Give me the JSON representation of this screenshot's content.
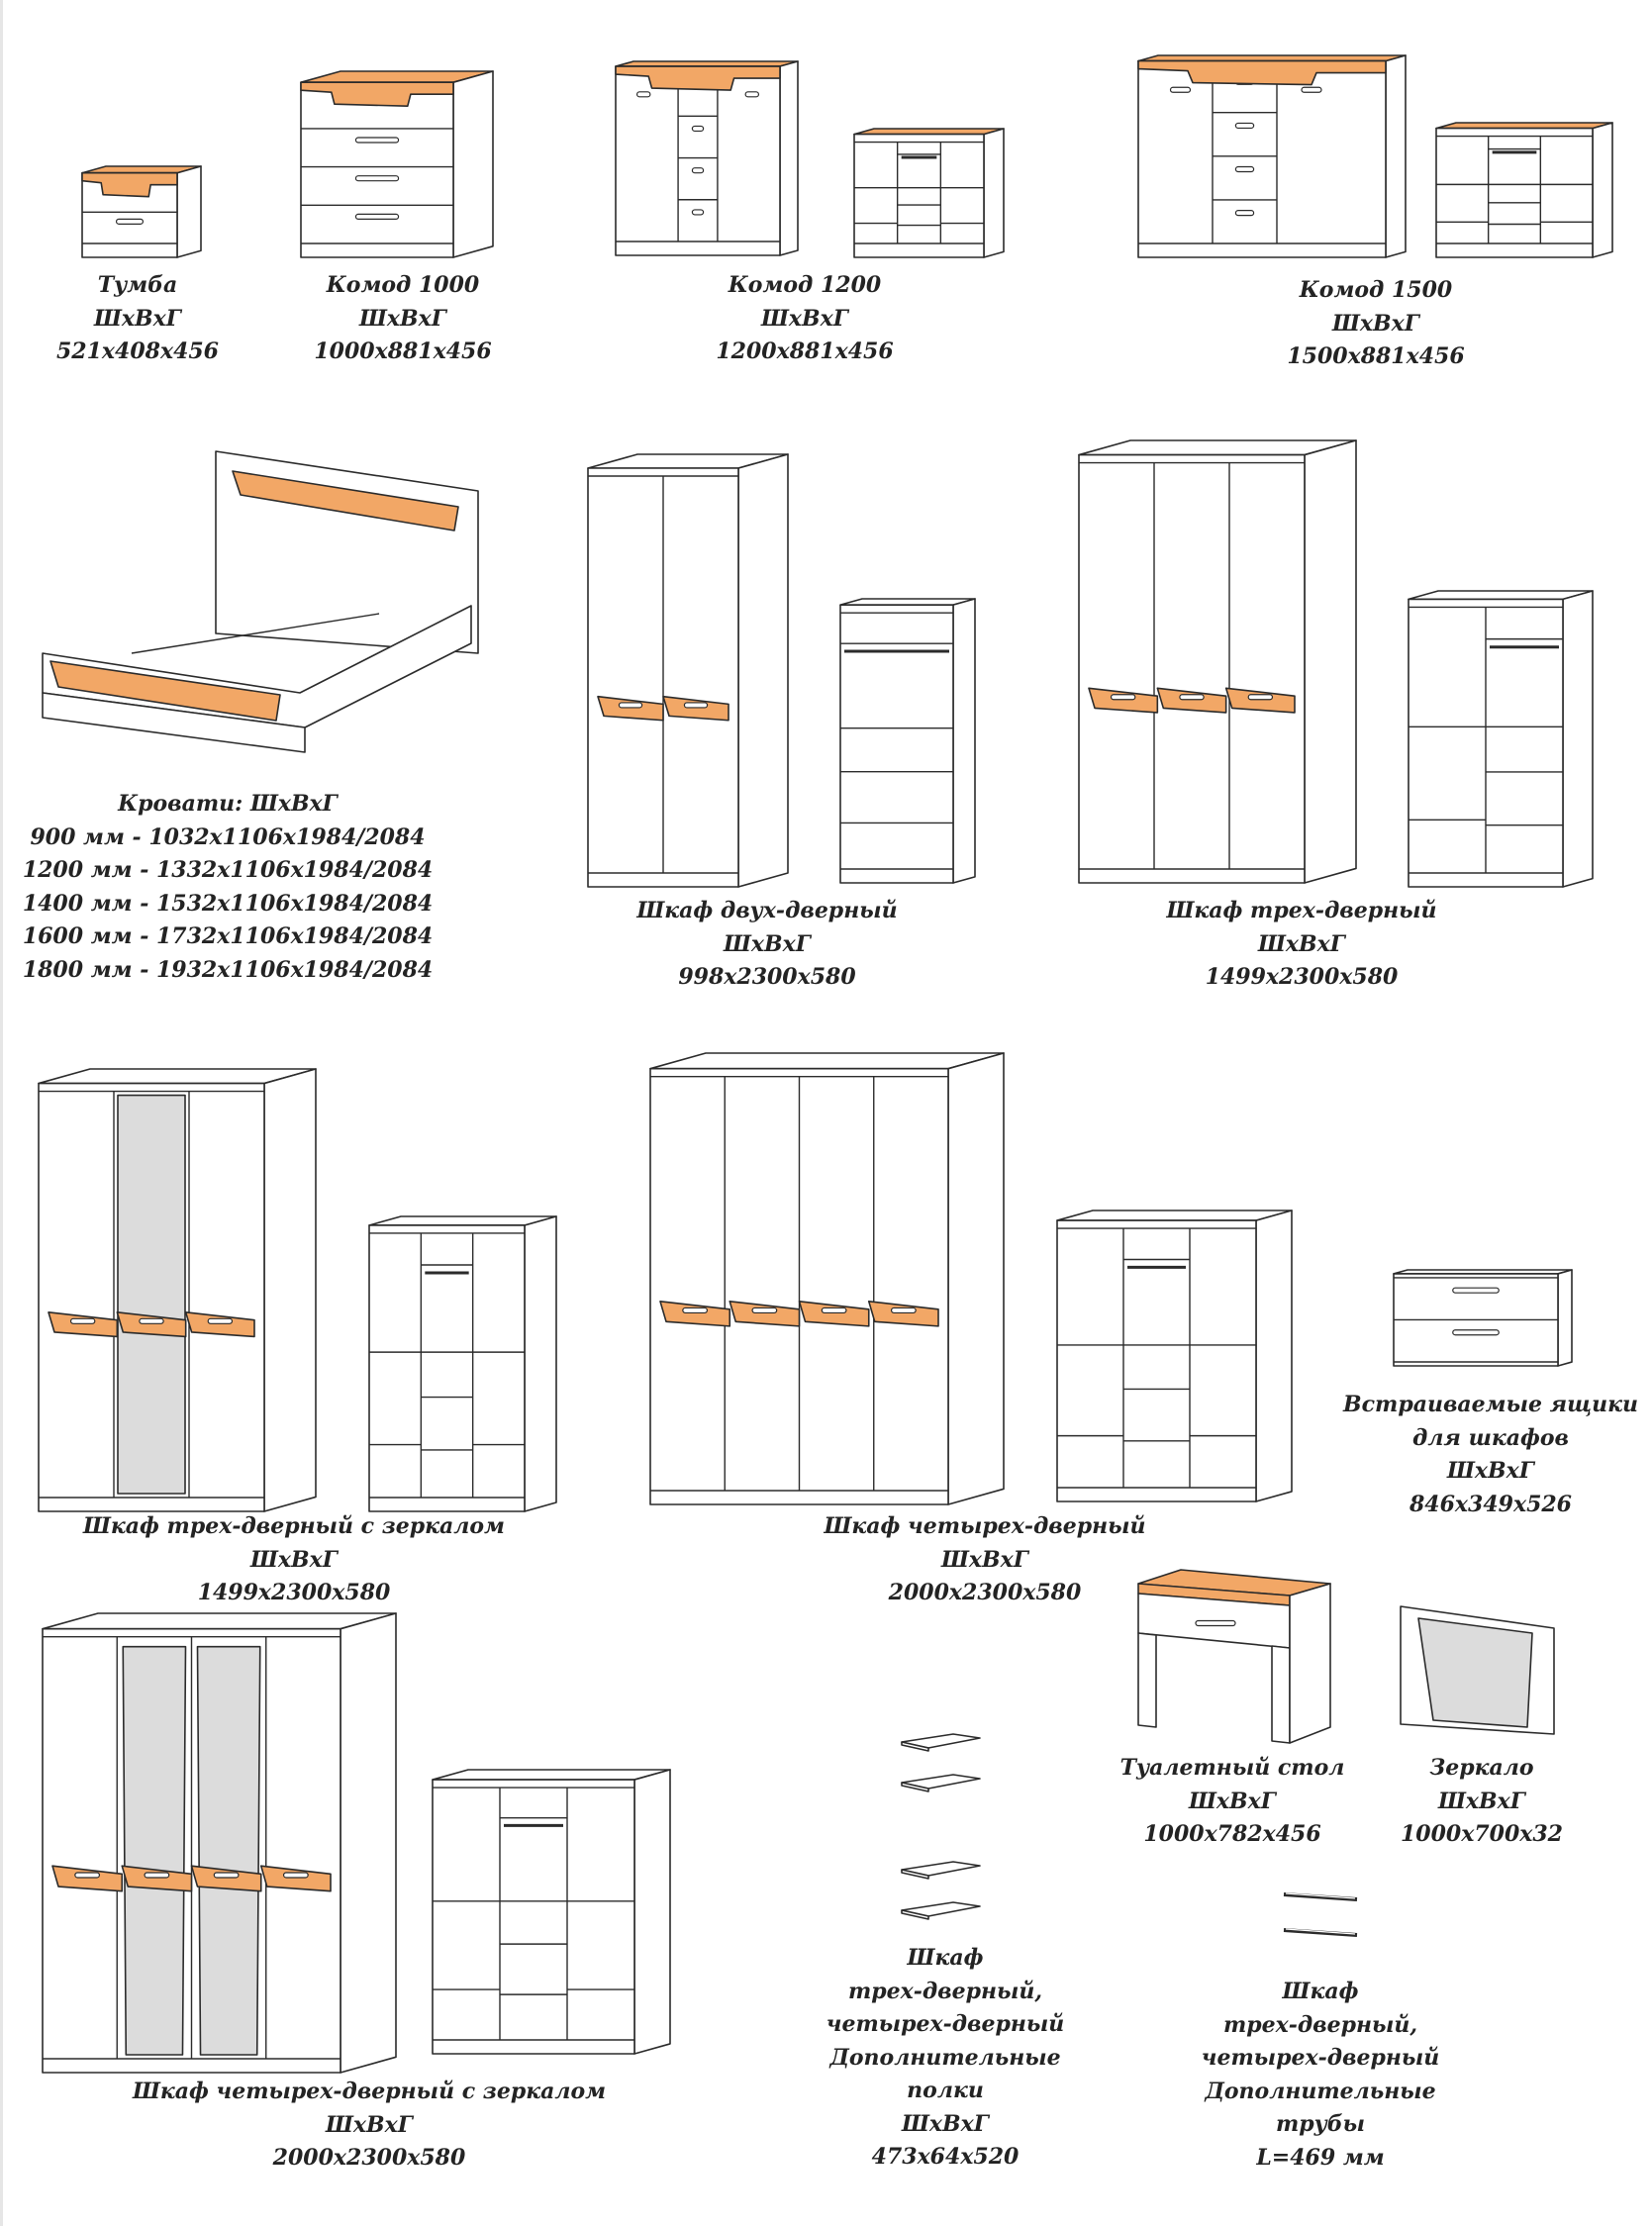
{
  "colors": {
    "accent_orange": "#f2a766",
    "mirror_grey": "#dcdcdc",
    "line": "#2b2b2b"
  },
  "labels": [
    {
      "id": "tumba",
      "lines": [
        "Тумба",
        "ШхВхГ",
        "521x408x456"
      ]
    },
    {
      "id": "komod-1000",
      "lines": [
        "Комод 1000",
        "ШхВхГ",
        "1000x881x456"
      ]
    },
    {
      "id": "komod-1200",
      "lines": [
        "Комод 1200",
        "ШхВхГ",
        "1200x881x456"
      ]
    },
    {
      "id": "komod-1500",
      "lines": [
        "Комод 1500",
        "ШхВхГ",
        "1500x881x456"
      ]
    },
    {
      "id": "beds",
      "lines": [
        "Кровати: ШхВхГ",
        "900 мм - 1032x1106x1984/2084",
        "1200 мм - 1332x1106x1984/2084",
        "1400 мм - 1532x1106x1984/2084",
        "1600 мм - 1732x1106x1984/2084",
        "1800 мм - 1932x1106x1984/2084"
      ]
    },
    {
      "id": "wardrobe-2",
      "lines": [
        "Шкаф двух-дверный",
        "ШхВхГ",
        "998x2300x580"
      ]
    },
    {
      "id": "wardrobe-3",
      "lines": [
        "Шкаф трех-дверный",
        "ШхВхГ",
        "1499x2300x580"
      ]
    },
    {
      "id": "wardrobe-3-mirror",
      "lines": [
        "Шкаф трех-дверный с зеркалом",
        "ШхВхГ",
        "1499x2300x580"
      ]
    },
    {
      "id": "wardrobe-4",
      "lines": [
        "Шкаф четырех-дверный",
        "ШхВхГ",
        "2000x2300x580"
      ]
    },
    {
      "id": "drawers",
      "lines": [
        "Встраиваемые ящики",
        "для шкафов",
        "ШхВхГ",
        "846x349x526"
      ]
    },
    {
      "id": "dressing-table",
      "lines": [
        "Туалетный стол",
        "ШхВхГ",
        "1000x782x456"
      ]
    },
    {
      "id": "mirror",
      "lines": [
        "Зеркало",
        "ШхВхГ",
        "1000x700x32"
      ]
    },
    {
      "id": "wardrobe-4-mirror",
      "lines": [
        "Шкаф четырех-дверный с зеркалом",
        "ШхВхГ",
        "2000x2300x580"
      ]
    },
    {
      "id": "extra-shelves",
      "lines": [
        "Шкаф",
        "трех-дверный,",
        "четырех-дверный",
        "Дополнительные",
        "полки",
        "ШхВхГ",
        "473x64x520"
      ]
    },
    {
      "id": "extra-rods",
      "lines": [
        "Шкаф",
        "трех-дверный,",
        "четырех-дверный",
        "Дополнительные",
        "трубы",
        "L=469 мм"
      ]
    }
  ]
}
